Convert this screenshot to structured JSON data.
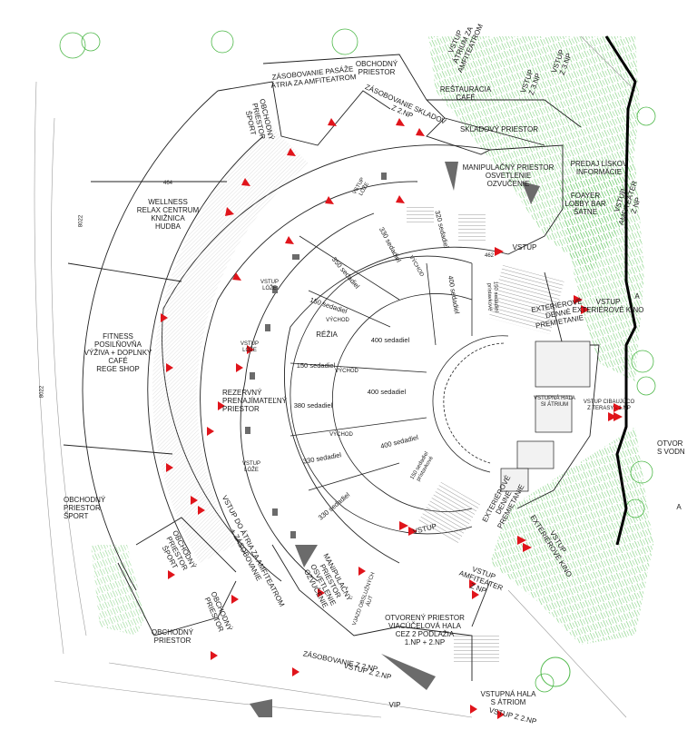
{
  "colors": {
    "line": "#222222",
    "light_line": "#9a9a9a",
    "vegetation": "#4db848",
    "arrow": "#e0141b",
    "grey_fill": "#6b6b6b",
    "hatch": "#bdbdbd"
  },
  "labels": {
    "obchodny_top": "OBCHODNÝ\nPRIESTOR",
    "zasobovanie_pasaze": "ZÁSOBOVANIE PASÁŽE\nÁTRIA ZA AMFITEATROM",
    "zasobovanie_skladov": "ZÁSOBOVANIE SKLADOV\nZ 2.NP",
    "vstup_atrium_amfiteatrom": "VSTUP\nÁTRIUM ZA\nAMFITEATROM",
    "vstup_3np_a": "VSTUP\nZ 3.NP",
    "vstup_3np_b": "VSTUP\nZ 3.NP",
    "restauracia": "REŠTAURÁCIA\nCAFÉ",
    "obchodny_sport_1": "OBCHODNÝ\nPRIESTOR\nŠPORT",
    "skladovy": "SKLADOVÝ PRIESTOR",
    "manipulacny_osvetlenie": "MANIPULAČNÝ PRIESTOR\nOSVETLENIE\nOZVUČENIE",
    "predaj_listkov": "PREDAJ LÍSKOV\nINFORMÁCIE",
    "foayer": "FOAYER\nLOBBY BAR\nŠATNE",
    "vstup_amfiteater_top": "VSTUP\nAMFITEÁTER\nZ NP",
    "wellness": "WELLNESS\nRELAX CENTRUM\nKNIŽNICA\nHUDBA",
    "num_464": "464",
    "num_8022_top": "8022",
    "num_8022_left": "8022",
    "vstup_loze_1": "VSTUP\nLÓŽE",
    "vstup_loze_2": "VSTUP\nLÓŽE",
    "vstup_loze_3": "VSTUP\nLÓŽE",
    "vstup_loze_4": "VSTUP\nLÓŽE",
    "vychod_1": "VÝCHOD",
    "vychod_2": "VÝCHOD",
    "vychod_3": "VÝCHOD",
    "vychod_4": "VÝCHOD",
    "seats_320": "320 sedadiel",
    "seats_330_top": "330 sedadiel",
    "seats_350": "350 sedadiel",
    "seats_150_top": "150 sedadiel",
    "seats_150_mid": "150 sedadiel",
    "seats_380": "380 sedadiel",
    "seats_330_low": "330 sedadiel",
    "seats_330_bottom": "330 sedadiel",
    "seats_400_a": "400 sedadiel",
    "seats_400_b": "400 sedadiel",
    "seats_400_c": "400 sedadiel",
    "seats_400_d": "400 sedadiel",
    "seats_150_prist_top": "150 sedadiel\nprístavkové",
    "seats_150_prist_bottom": "150 sedadiel\nprístavkové",
    "num_462": "462",
    "vstup_east": "VSTUP",
    "rezia": "RÉŽIA",
    "fitness": "FITNESS\nPOSILŇOVŇA\nVÝŽIVA + DOPLNKY\nCAFÉ\nREGE SHOP",
    "rezervny": "REZERVNÝ\nPRENAJÍMATEĽNÝ\nPRIESTOR",
    "exterierove_top": "EXTERIÉROVÉ\nDENNÉ\nPREMIETANIE",
    "vstup_ext_kino_top": "VSTUP\nEXTERIÉROVÉ KINO",
    "letter_a_1": "A",
    "letter_a_2": "A",
    "vstupna_hala_small": "VSTUPNÁ HALA\nSI ÁTRIUM",
    "vstup_cibo_small": "VSTUP CIBAUJÚCO\nZ TERASY - 1.NP",
    "otvor": "OTVOR\nS VODN",
    "obchodny_sport_2": "OBCHODNÝ\nPRIESTOR\nŠPORT",
    "exterierove_bottom": "EXTERIÉROVÉ\nDENNÉ\nPREMIETANIE",
    "vstup_ext_kino_bottom": "VSTUP\nEXTERIÉROVÉ KINO",
    "vstup_do_atria": "VSTUP DO ÁTRIA ZA AMFITEATROM\n+ ZÁSOBOVANIE",
    "obchodny_sport_3": "OBCHODNÝ\nPRIESTOR\nŠPORT",
    "vstup_south": "VSTUP",
    "vstup_amfiteater_bottom": "VSTUP\nAMFITEÁTER\nZ NP",
    "manipulacny_bottom": "MANIPULAČNÝ\nPRIESTOR\nOSVETLENIE\nOZVUČENIE",
    "vjazd": "VJAZD OBSLUŽNÝCH\nÁUT",
    "obchodny_bottom": "OBCHODNÝ\nPRIESTOR",
    "obchodny_sw": "OBCHODNÝ\nPRIESTOR",
    "otvoreny": "OTVORENÝ PRIESTOR\nVIACÚČELOVÁ HALA\nCEZ 2 PODLAŽIA\n1.NP + 2.NP",
    "zasobovanie_2np": "ZÁSOBOVANIE Z 2.NP",
    "vstup_2np_a": "VSTUP Z 2.NP",
    "vstupna_hala": "VSTUPNÁ HALA\nS ÁTRIOM",
    "vstup_2np_b": "VSTUP Z 2.NP",
    "vip": "VIP"
  }
}
